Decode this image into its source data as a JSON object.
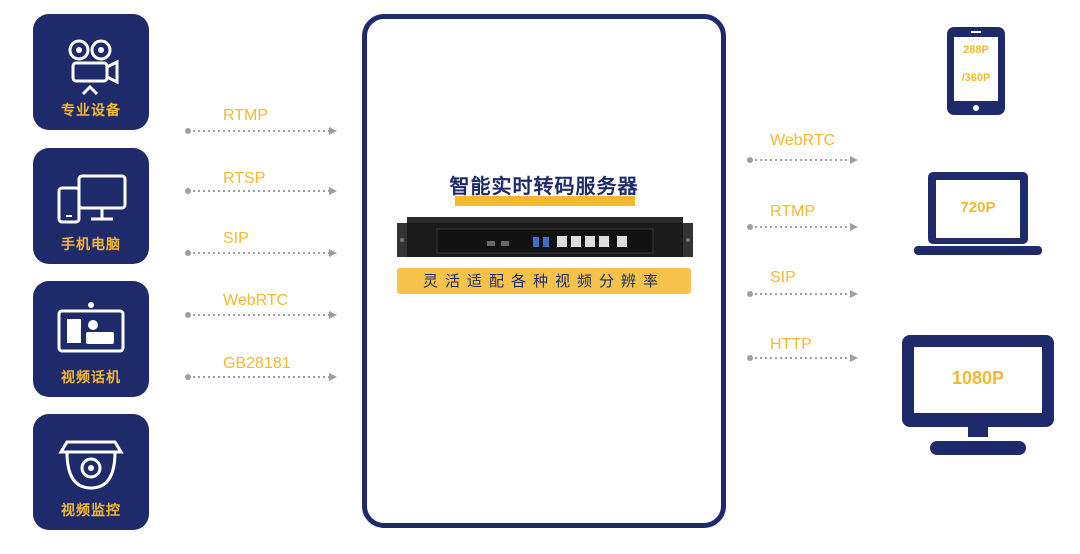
{
  "sources": [
    {
      "label": "专业设备",
      "icon": "camera-icon"
    },
    {
      "label": "手机电脑",
      "icon": "phone-monitor-icon"
    },
    {
      "label": "视频话机",
      "icon": "video-phone-icon"
    },
    {
      "label": "视频监控",
      "icon": "dome-camera-icon"
    }
  ],
  "input_protocols": [
    "RTMP",
    "RTSP",
    "SIP",
    "WebRTC",
    "GB28181"
  ],
  "server": {
    "title": "智能实时转码服务器",
    "banner": "灵活适配各种视频分辨率"
  },
  "output_protocols": [
    "WebRTC",
    "RTMP",
    "SIP",
    "HTTP"
  ],
  "devices": [
    {
      "icon": "phone-icon",
      "line1": "288P",
      "line2": "/360P"
    },
    {
      "icon": "laptop-icon",
      "line1": "720P"
    },
    {
      "icon": "monitor-icon",
      "line1": "1080P"
    }
  ],
  "colors": {
    "navy": "#1f2a6b",
    "gold": "#f5b82e"
  }
}
